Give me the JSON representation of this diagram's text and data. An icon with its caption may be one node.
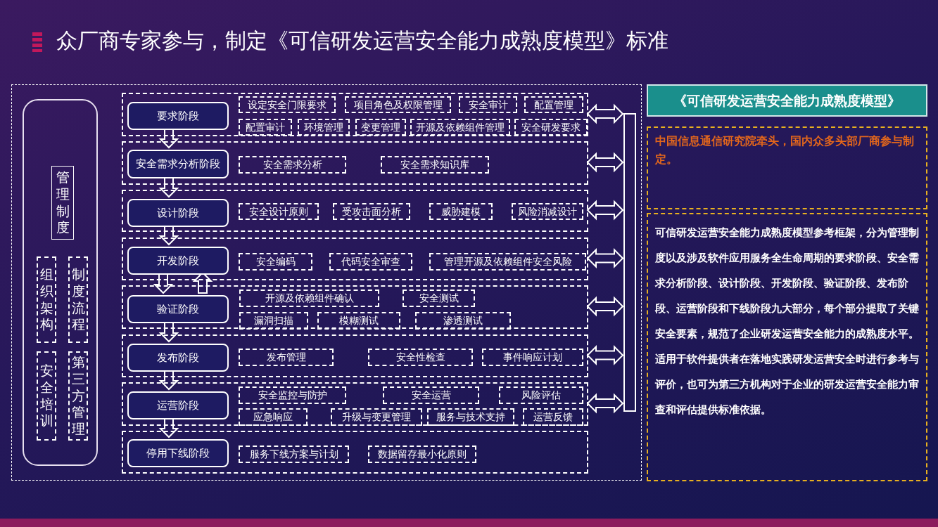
{
  "diagram": {
    "title": "众厂商专家参与，制定《可信研发运营安全能力成熟度模型》标准",
    "nodes": [
      {
        "text": [],
        "shape": "box"
      },
      {
        "text": [],
        "shape": "box",
        "in": 0
      },
      {
        "text": [
          "管理制度"
        ],
        "in": 1
      },
      {
        "text": [
          "组织架构"
        ],
        "in": 1
      },
      {
        "text": [
          "制度流程"
        ],
        "in": 1
      },
      {
        "text": [
          "安全培训"
        ],
        "in": 1
      },
      {
        "text": [
          "第三方管理"
        ],
        "in": 1
      },
      {
        "text": [],
        "shape": "box",
        "in": 0
      },
      {
        "text": [
          "要求阶段"
        ],
        "in": 7
      },
      {
        "text": [
          "设定安全门限要求"
        ],
        "in": 7
      },
      {
        "text": [
          "项目角色及权限管理"
        ],
        "in": 7
      },
      {
        "text": [
          "安全审计"
        ],
        "in": 7
      },
      {
        "text": [
          "配置管理"
        ],
        "in": 7
      },
      {
        "text": [
          "配置审计"
        ],
        "in": 7
      },
      {
        "text": [
          "环境管理"
        ],
        "in": 7
      },
      {
        "text": [
          "变更管理"
        ],
        "in": 7
      },
      {
        "text": [
          "开源及依赖组件管理"
        ],
        "in": 7
      },
      {
        "text": [
          "安全研发要求"
        ],
        "in": 7
      },
      {
        "text": [],
        "shape": "box",
        "in": 0
      },
      {
        "text": [
          "安全需求分析阶段"
        ],
        "in": 18
      },
      {
        "text": [
          "安全需求分析"
        ],
        "in": 18
      },
      {
        "text": [
          "安全需求知识库"
        ],
        "in": 18
      },
      {
        "text": [],
        "shape": "box",
        "in": 0
      },
      {
        "text": [
          "设计阶段"
        ],
        "in": 22
      },
      {
        "text": [
          "安全设计原则"
        ],
        "in": 22
      },
      {
        "text": [
          "受攻击面分析"
        ],
        "in": 22
      },
      {
        "text": [
          "威胁建模"
        ],
        "in": 22
      },
      {
        "text": [
          "风险消减设计"
        ],
        "in": 22
      },
      {
        "text": [],
        "shape": "box",
        "in": 0
      },
      {
        "text": [
          "开发阶段"
        ],
        "in": 28
      },
      {
        "text": [
          "安全编码"
        ],
        "in": 28
      },
      {
        "text": [
          "代码安全审查"
        ],
        "in": 28
      },
      {
        "text": [
          "管理开源及依赖组件安全风险"
        ],
        "in": 28
      },
      {
        "text": [],
        "shape": "box",
        "in": 0
      },
      {
        "text": [
          "验证阶段"
        ],
        "in": 33
      },
      {
        "text": [
          "开源及依赖组件确认"
        ],
        "in": 33
      },
      {
        "text": [
          "安全测试"
        ],
        "in": 33
      },
      {
        "text": [
          "漏洞扫描"
        ],
        "in": 33
      },
      {
        "text": [
          "模糊测试"
        ],
        "in": 33
      },
      {
        "text": [
          "渗透测试"
        ],
        "in": 33
      },
      {
        "text": [],
        "shape": "box",
        "in": 0
      },
      {
        "text": [
          "发布阶段"
        ],
        "in": 40
      },
      {
        "text": [
          "发布管理"
        ],
        "in": 40
      },
      {
        "text": [
          "安全性检查"
        ],
        "in": 40
      },
      {
        "text": [
          "事件响应计划"
        ],
        "in": 40
      },
      {
        "text": [],
        "shape": "box",
        "in": 0
      },
      {
        "text": [
          "运营阶段"
        ],
        "in": 45
      },
      {
        "text": [
          "安全监控与防护"
        ],
        "in": 45
      },
      {
        "text": [
          "安全运营"
        ],
        "in": 45
      },
      {
        "text": [
          "风险评估"
        ],
        "in": 45
      },
      {
        "text": [
          "应急响应"
        ],
        "in": 45
      },
      {
        "text": [
          "升级与变更管理"
        ],
        "in": 45
      },
      {
        "text": [
          "服务与技术支持"
        ],
        "in": 45
      },
      {
        "text": [
          "运营反馈"
        ],
        "in": 45
      },
      {
        "text": [],
        "shape": "box",
        "in": 0
      },
      {
        "text": [
          "停用下线阶段"
        ],
        "in": 54
      },
      {
        "text": [
          "服务下线方案与计划"
        ],
        "in": 54
      },
      {
        "text": [
          "数据留存最小化原则"
        ],
        "in": 54
      },
      {
        "text": [],
        "shape": "box",
        "in": 0
      },
      {
        "text": [
          "《可信研发运营安全能力成熟度模型》"
        ]
      },
      {
        "text": [
          "中国信息通信研究院牵头，国内众多头部厂商参与制定。"
        ]
      },
      {
        "text": [
          "可信研发运营安全能力成熟度模型参考框架，分为管理制度以及涉及软件应用服务全生命周期的要求阶段、安全需求分析阶段、设计阶段、开发阶段、验证阶段、发布阶段、运营阶段和下线阶段九大部分，每个部分提取了关键安全要素，规范了企业研发运营安全能力的成熟度水平。",
          "适用于软件提供者在落地实践研发运营安全时进行参考与评价，也可为第三方机构对于企业的研发运营安全能力审查和评估提供标准依据。"
        ]
      }
    ],
    "edges": [
      {
        "from": 8,
        "to": 19,
        "arrow": "to"
      },
      {
        "from": 19,
        "to": 23,
        "arrow": "to"
      },
      {
        "from": 23,
        "to": 29,
        "arrow": "to"
      },
      {
        "from": 29,
        "to": 34,
        "arrow": "to"
      },
      {
        "from": 34,
        "to": 29,
        "arrow": "to"
      },
      {
        "from": 34,
        "to": 41,
        "arrow": "to"
      },
      {
        "from": 41,
        "to": 46,
        "arrow": "to"
      },
      {
        "from": 46,
        "to": 55,
        "arrow": "to"
      },
      {
        "from": 7,
        "to": 58,
        "arrow": "both"
      },
      {
        "from": 18,
        "to": 58,
        "arrow": "both"
      },
      {
        "from": 22,
        "to": 58,
        "arrow": "both"
      },
      {
        "from": 28,
        "to": 58,
        "arrow": "both"
      },
      {
        "from": 33,
        "to": 58,
        "arrow": "both"
      },
      {
        "from": 40,
        "to": 58,
        "arrow": "both"
      },
      {
        "from": 45,
        "to": 58,
        "arrow": "both"
      }
    ]
  }
}
